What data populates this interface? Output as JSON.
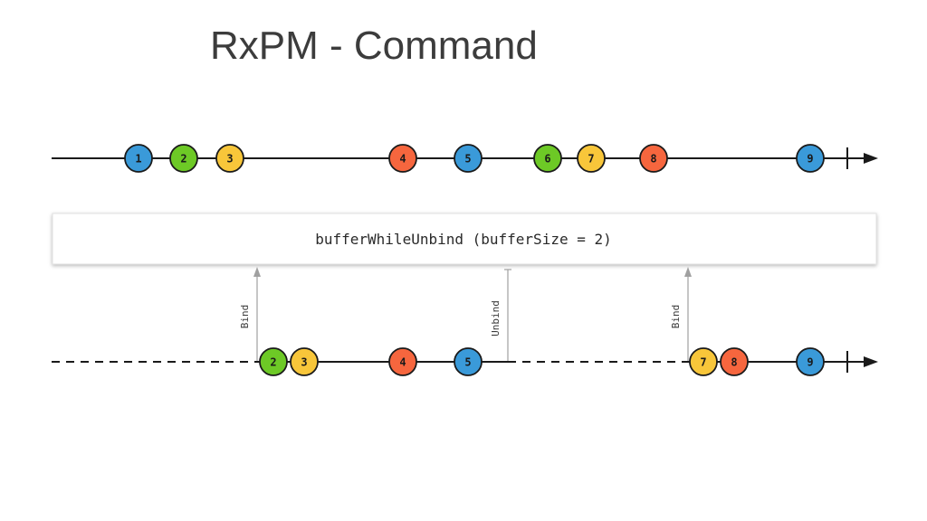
{
  "title": "RxPM - Command",
  "colors": {
    "blue": "#3a9ad9",
    "green": "#6dc926",
    "yellow": "#f8c63a",
    "orange": "#f6663e",
    "line": "#1a1a1a",
    "signal": "#a0a0a0"
  },
  "operator": {
    "label": "bufferWhileUnbind (bufferSize = 2)"
  },
  "input_stream": {
    "marbles": [
      {
        "label": "1",
        "color": "blue"
      },
      {
        "label": "2",
        "color": "green"
      },
      {
        "label": "3",
        "color": "yellow"
      },
      {
        "label": "4",
        "color": "orange"
      },
      {
        "label": "5",
        "color": "blue"
      },
      {
        "label": "6",
        "color": "green"
      },
      {
        "label": "7",
        "color": "yellow"
      },
      {
        "label": "8",
        "color": "orange"
      },
      {
        "label": "9",
        "color": "blue"
      }
    ]
  },
  "output_stream": {
    "marbles": [
      {
        "label": "2",
        "color": "green"
      },
      {
        "label": "3",
        "color": "yellow"
      },
      {
        "label": "4",
        "color": "orange"
      },
      {
        "label": "5",
        "color": "blue"
      },
      {
        "label": "7",
        "color": "yellow"
      },
      {
        "label": "8",
        "color": "orange"
      },
      {
        "label": "9",
        "color": "blue"
      }
    ]
  },
  "signals": [
    {
      "label": "Bind",
      "type": "bind"
    },
    {
      "label": "Unbind",
      "type": "unbind"
    },
    {
      "label": "Bind",
      "type": "bind"
    }
  ]
}
